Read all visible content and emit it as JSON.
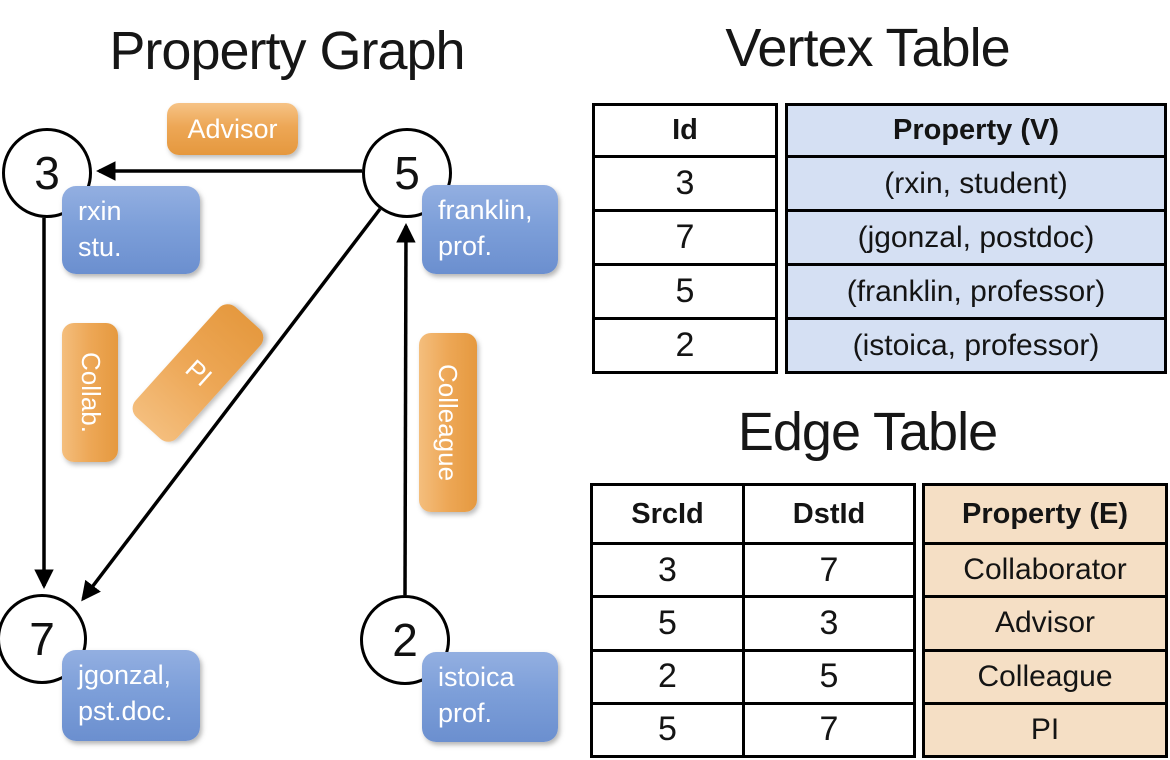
{
  "graph": {
    "title": "Property Graph",
    "nodes": [
      {
        "id": "3",
        "prop_line1": "rxin",
        "prop_line2": "stu."
      },
      {
        "id": "5",
        "prop_line1": "franklin,",
        "prop_line2": "prof."
      },
      {
        "id": "7",
        "prop_line1": "jgonzal,",
        "prop_line2": "pst.doc."
      },
      {
        "id": "2",
        "prop_line1": "istoica",
        "prop_line2": "prof."
      }
    ],
    "edge_labels": {
      "advisor": "Advisor",
      "collab": "Collab.",
      "pi": "PI",
      "colleague": "Colleague"
    }
  },
  "vertex_table": {
    "title": "Vertex Table",
    "columns": {
      "id": "Id",
      "property": "Property (V)"
    },
    "rows": [
      {
        "id": "3",
        "property": "(rxin, student)"
      },
      {
        "id": "7",
        "property": "(jgonzal, postdoc)"
      },
      {
        "id": "5",
        "property": "(franklin, professor)"
      },
      {
        "id": "2",
        "property": "(istoica, professor)"
      }
    ]
  },
  "edge_table": {
    "title": "Edge Table",
    "columns": {
      "src": "SrcId",
      "dst": "DstId",
      "property": "Property (E)"
    },
    "rows": [
      {
        "src": "3",
        "dst": "7",
        "property": "Collaborator"
      },
      {
        "src": "5",
        "dst": "3",
        "property": "Advisor"
      },
      {
        "src": "2",
        "dst": "5",
        "property": "Colleague"
      },
      {
        "src": "5",
        "dst": "7",
        "property": "PI"
      }
    ]
  },
  "colors": {
    "edge_label_orange": "#eda756",
    "vertex_box_blue": "#7d9fd9",
    "vertex_table_fill": "#d5e0f3",
    "edge_table_fill": "#f5dfc5",
    "line_black": "#000000"
  }
}
